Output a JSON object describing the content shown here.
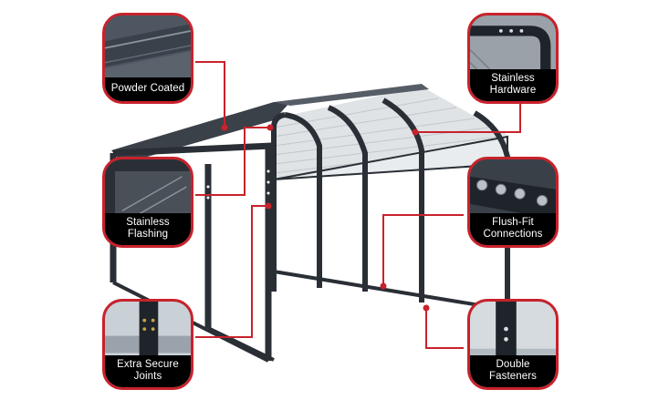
{
  "accent_color": "#c8222c",
  "frame_color": "#2a2f36",
  "callouts": [
    {
      "id": "powder-coated",
      "label": "Powder Coated"
    },
    {
      "id": "stainless-hardware",
      "label": "Stainless\nHardware"
    },
    {
      "id": "stainless-flashing",
      "label": "Stainless\nFlashing"
    },
    {
      "id": "flush-fit-connections",
      "label": "Flush-Fit\nConnections"
    },
    {
      "id": "extra-secure-joints",
      "label": "Extra Secure\nJoints"
    },
    {
      "id": "double-fasteners",
      "label": "Double\nFasteners"
    }
  ]
}
